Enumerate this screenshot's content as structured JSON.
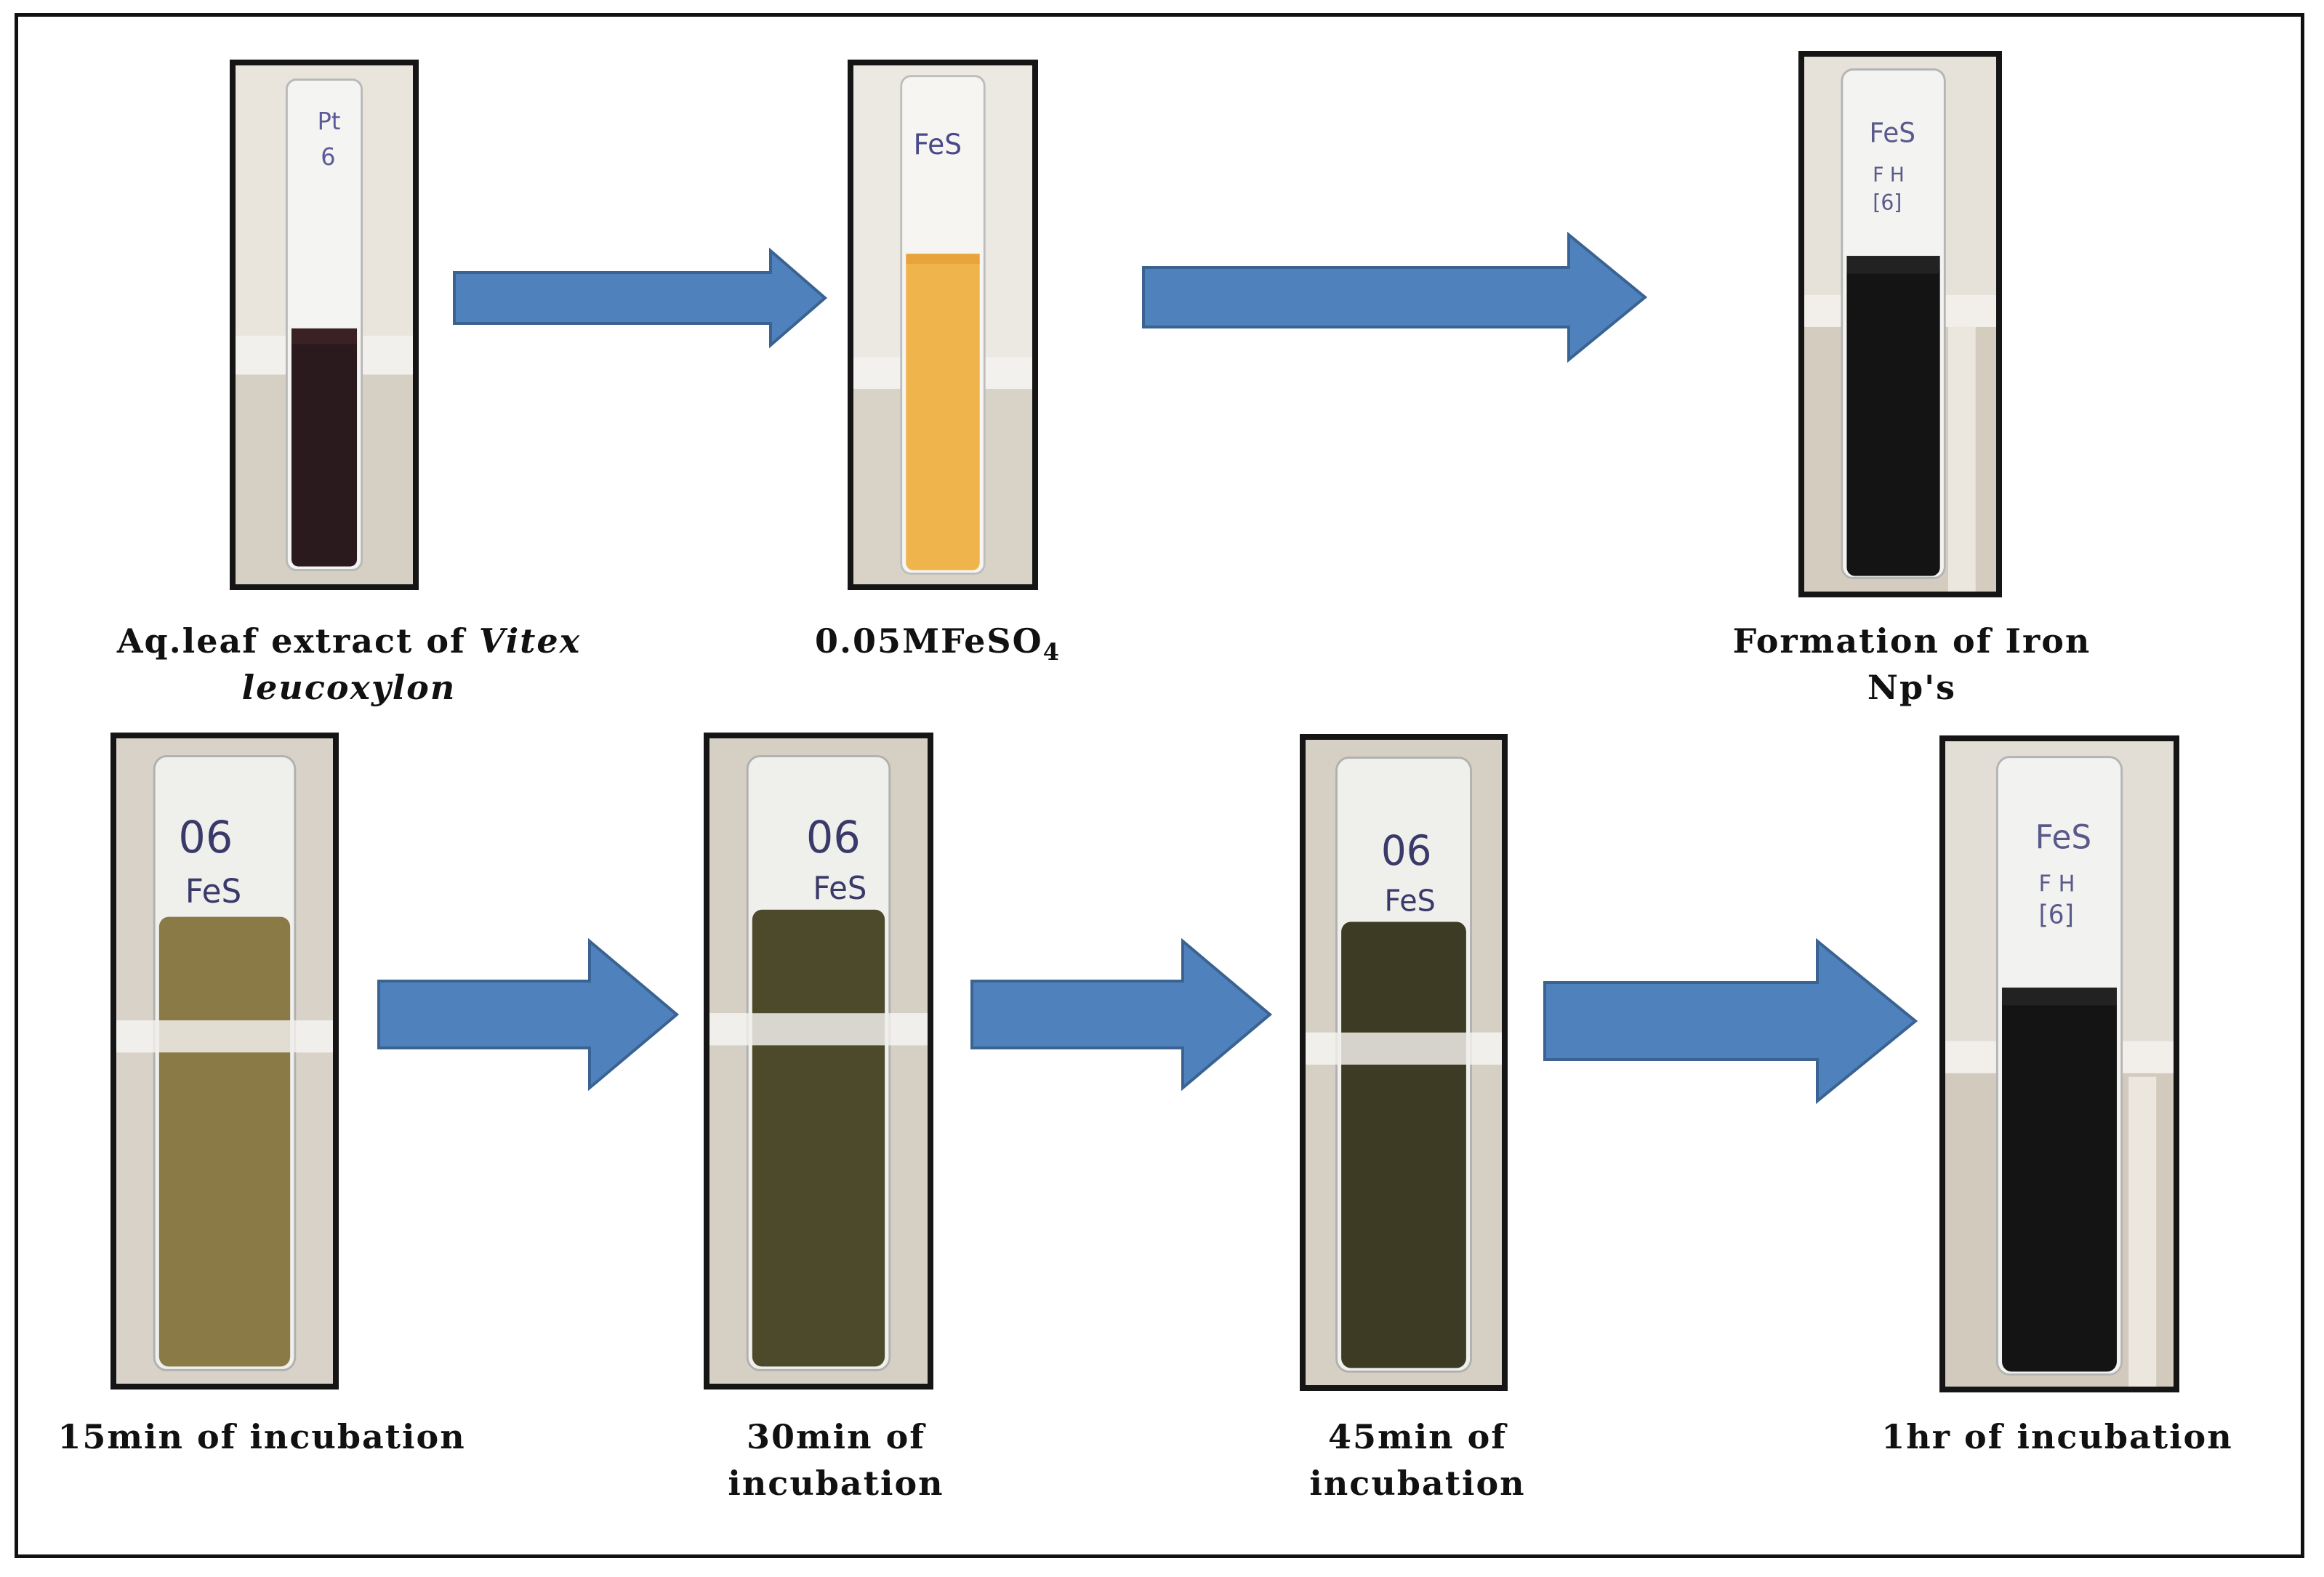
{
  "colors": {
    "arrow_fill": "#4f81bd",
    "arrow_stroke": "#3a6391",
    "plant_extract": "#2a1a1e",
    "feso4_solution": "#f0b44c",
    "incubation_15min": "#8a7a45",
    "incubation_30min": "#4c4a2a",
    "incubation_45min": "#3e3b25",
    "iron_nps": "#141414"
  },
  "top_row": {
    "extract": {
      "tube_label": "Pt\n6",
      "caption_plain": "Aq.leaf extract of ",
      "caption_italic_1": "Vitex",
      "caption_italic_2": "leucoxylon"
    },
    "feso4": {
      "tube_label": "FeS",
      "caption": "0.05MFeSO",
      "caption_sub": "4"
    },
    "iron_np": {
      "tube_label": "FeS\nF H\n[6]",
      "caption_line1": "Formation of Iron",
      "caption_line2": "Np's"
    }
  },
  "bottom_row": {
    "t15": {
      "tube_label": "06\nFeS",
      "caption": "15min of incubation"
    },
    "t30": {
      "tube_label": "06\nFeS",
      "caption_line1": "30min of",
      "caption_line2": "incubation"
    },
    "t45": {
      "tube_label": "06\nFeS",
      "caption_line1": "45min of",
      "caption_line2": "incubation"
    },
    "t60": {
      "tube_label": "FeS\nF H\n[6]",
      "caption": "1hr of incubation"
    }
  }
}
